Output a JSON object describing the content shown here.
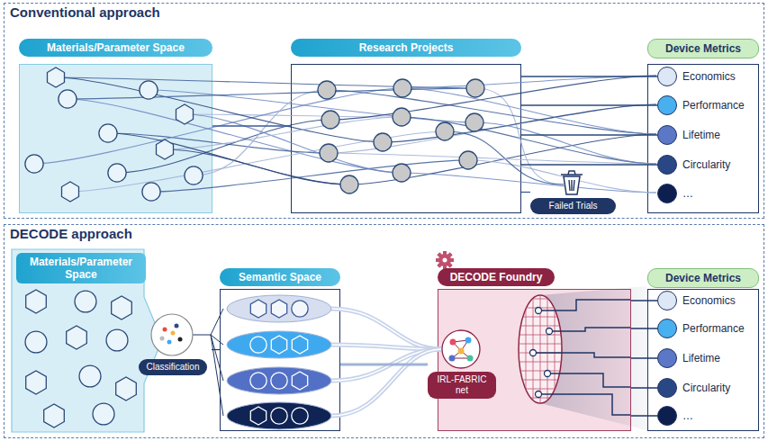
{
  "diagram": {
    "nodes": [
      {
        "text": [
          "Conventional approach"
        ]
      },
      {
        "text": [
          "Materials/Parameter Space"
        ],
        "in": 0
      },
      {
        "text": [
          "Research Projects"
        ],
        "in": 0
      },
      {
        "text": [
          "Failed Trials"
        ],
        "in": 0
      },
      {
        "text": [
          "Device Metrics"
        ],
        "in": 0
      },
      {
        "text": [
          "Economics"
        ],
        "in": 4
      },
      {
        "text": [
          "Performance"
        ],
        "in": 4
      },
      {
        "text": [
          "Lifetime"
        ],
        "in": 4
      },
      {
        "text": [
          "Circularity"
        ],
        "in": 4
      },
      {
        "text": [
          "…"
        ],
        "in": 4
      },
      {
        "text": [
          "DECODE approach"
        ]
      },
      {
        "text": [
          "Materials/Parameter Space"
        ],
        "in": 10
      },
      {
        "text": [
          "Classification"
        ],
        "in": 10
      },
      {
        "text": [
          "Semantic Space"
        ],
        "in": 10
      },
      {
        "text": [
          "DECODE Foundry"
        ],
        "in": 10
      },
      {
        "text": [
          "IRL-FABRIC net"
        ],
        "in": 14
      },
      {
        "text": [
          "Device Metrics"
        ],
        "in": 10
      },
      {
        "text": [
          "Economics"
        ],
        "in": 16
      },
      {
        "text": [
          "Performance"
        ],
        "in": 16
      },
      {
        "text": [
          "Lifetime"
        ],
        "in": 16
      },
      {
        "text": [
          "Circularity"
        ],
        "in": 16
      },
      {
        "text": [
          "…"
        ],
        "in": 16
      }
    ],
    "edges": [
      {
        "from": 1,
        "to": 2,
        "arrow": "none"
      },
      {
        "from": 2,
        "to": 5,
        "arrow": "none"
      },
      {
        "from": 2,
        "to": 6,
        "arrow": "none"
      },
      {
        "from": 2,
        "to": 7,
        "arrow": "none"
      },
      {
        "from": 2,
        "to": 8,
        "arrow": "none"
      },
      {
        "from": 2,
        "to": 3,
        "arrow": "none"
      },
      {
        "from": 12,
        "to": 13,
        "arrow": "none"
      },
      {
        "from": 13,
        "to": 15,
        "arrow": "none"
      },
      {
        "from": 14,
        "to": 17,
        "arrow": "none"
      },
      {
        "from": 14,
        "to": 18,
        "arrow": "none"
      },
      {
        "from": 14,
        "to": 19,
        "arrow": "none"
      },
      {
        "from": 14,
        "to": 20,
        "arrow": "none"
      },
      {
        "from": 14,
        "to": 21,
        "arrow": "none"
      }
    ]
  }
}
